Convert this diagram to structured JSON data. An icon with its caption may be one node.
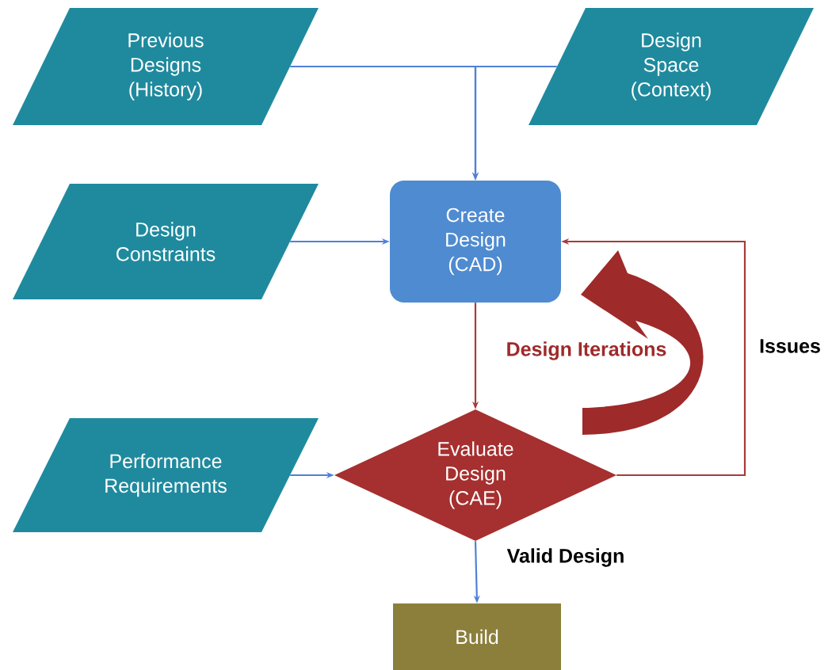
{
  "diagram": {
    "nodes": [
      {
        "text": [
          "Previous Designs (History)"
        ]
      },
      {
        "text": [
          "Design Space (Context)"
        ]
      },
      {
        "text": [
          "Design Constraints"
        ]
      },
      {
        "text": [
          "Create Design (CAD)"
        ]
      },
      {
        "text": [
          "Performance Requirements"
        ]
      },
      {
        "text": [
          "Evaluate Design (CAE)"
        ]
      },
      {
        "text": [
          "Build"
        ]
      }
    ],
    "edges": [
      {
        "from": 0,
        "to": 3,
        "arrow": "to"
      },
      {
        "from": 1,
        "to": 3,
        "arrow": "to"
      },
      {
        "from": 2,
        "to": 3,
        "arrow": "to"
      },
      {
        "from": 3,
        "to": 5,
        "arrow": "to",
        "color": "#a83a3a"
      },
      {
        "from": 4,
        "to": 5,
        "arrow": "to"
      },
      {
        "from": 5,
        "to": 3,
        "arrow": "to",
        "color": "#a83a3a",
        "label": "Issues"
      },
      {
        "from": 5,
        "to": 6,
        "arrow": "to",
        "label": "Valid Design"
      }
    ],
    "labels": [
      "Design Iterations"
    ]
  }
}
